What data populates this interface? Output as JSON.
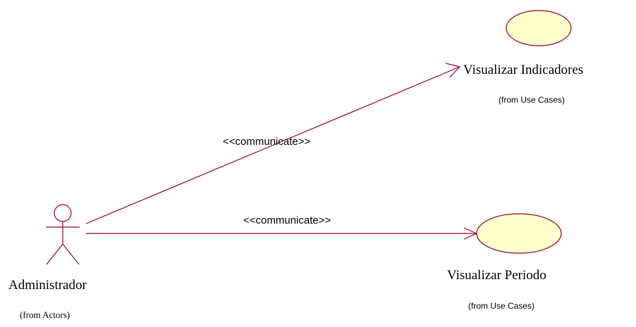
{
  "colors": {
    "line": "#990033",
    "usecase_fill": "#ffffcc",
    "text": "#000000"
  },
  "actor": {
    "name": "Administrador",
    "package": "(from Actors)"
  },
  "use_cases": [
    {
      "name": "Visualizar Indicadores",
      "package": "(from Use Cases)"
    },
    {
      "name": "Visualizar Periodo",
      "package": "(from Use Cases)"
    }
  ],
  "associations": [
    {
      "stereotype": "<<communicate>>",
      "from": "Administrador",
      "to": "Visualizar Indicadores"
    },
    {
      "stereotype": "<<communicate>>",
      "from": "Administrador",
      "to": "Visualizar Periodo"
    }
  ]
}
